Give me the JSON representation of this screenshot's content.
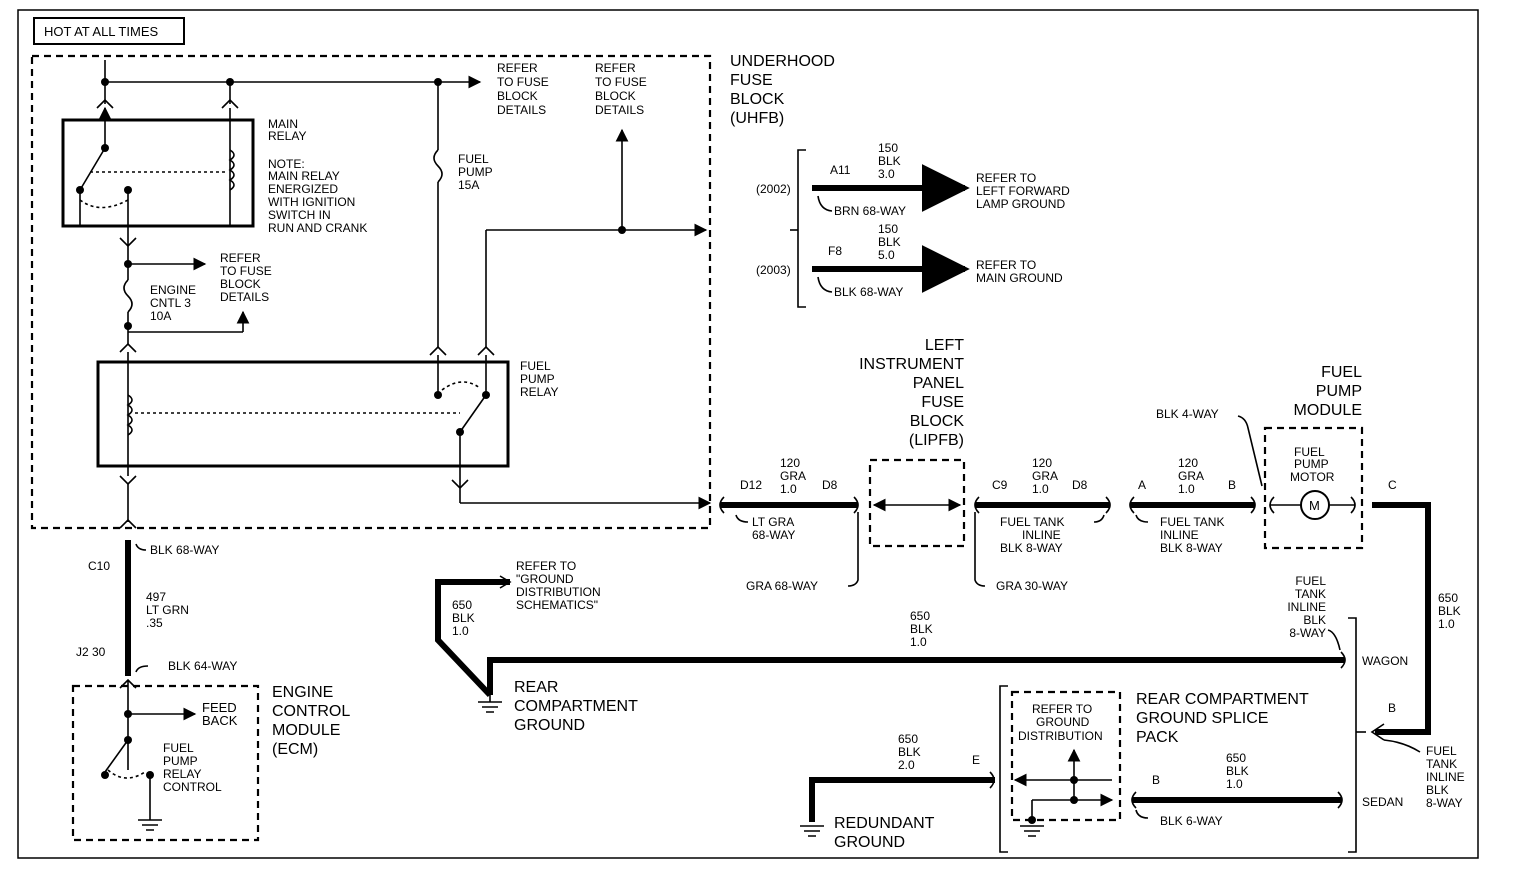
{
  "header": {
    "title": "HOT AT ALL TIMES"
  },
  "uhfb": {
    "name": [
      "UNDERHOOD",
      "FUSE",
      "BLOCK",
      "(UHFB)"
    ],
    "refer1": [
      "REFER",
      "TO FUSE",
      "BLOCK",
      "DETAILS"
    ],
    "refer2": [
      "REFER",
      "TO FUSE",
      "BLOCK",
      "DETAILS"
    ],
    "refer3": [
      "REFER",
      "TO FUSE",
      "BLOCK",
      "DETAILS"
    ],
    "main_relay": [
      "MAIN",
      "RELAY"
    ],
    "note": [
      "NOTE:",
      "MAIN RELAY",
      "ENERGIZED",
      "WITH IGNITION",
      "SWITCH IN",
      "RUN AND CRANK"
    ],
    "fuel_pump_fuse": [
      "FUEL",
      "PUMP",
      "15A"
    ],
    "engine_fuse": [
      "ENGINE",
      "CNTL 3",
      "10A"
    ],
    "fuel_pump_relay": [
      "FUEL",
      "PUMP",
      "RELAY"
    ]
  },
  "grounds": {
    "year1": "(2002)",
    "year2": "(2003)",
    "a11": "A11",
    "f8": "F8",
    "w1": [
      "150",
      "BLK",
      "3.0"
    ],
    "w2": [
      "150",
      "BLK",
      "5.0"
    ],
    "conn1": "BRN 68-WAY",
    "conn2": "BLK 68-WAY",
    "dest1": [
      "REFER TO",
      "LEFT FORWARD",
      "LAMP GROUND"
    ],
    "dest2": [
      "REFER TO",
      "MAIN GROUND"
    ]
  },
  "ecm_feed": {
    "conn_top": "BLK 68-WAY",
    "c10": "C10",
    "wire": [
      "497",
      "LT GRN",
      ".35"
    ],
    "j2": "J2 30",
    "conn_bottom": "BLK 64-WAY"
  },
  "ecm": {
    "name": [
      "ENGINE",
      "CONTROL",
      "MODULE",
      "(ECM)"
    ],
    "feedback": [
      "FEED",
      "BACK"
    ],
    "control": [
      "FUEL",
      "PUMP",
      "RELAY",
      "CONTROL"
    ]
  },
  "lipfb": {
    "name": [
      "LEFT",
      "INSTRUMENT",
      "PANEL",
      "FUSE",
      "BLOCK",
      "(LIPFB)"
    ],
    "d12": "D12",
    "d8a": "D8",
    "w120a": [
      "120",
      "GRA",
      "1.0"
    ],
    "conn_lt": [
      "LT GRA",
      "68-WAY"
    ],
    "gra68": "GRA 68-WAY",
    "c9": "C9",
    "d8b": "D8",
    "w120b": [
      "120",
      "GRA",
      "1.0"
    ],
    "gra30": "GRA 30-WAY",
    "inline1": [
      "FUEL TANK",
      "INLINE",
      "BLK 8-WAY"
    ],
    "a": "A",
    "b": "B",
    "w120c": [
      "120",
      "GRA",
      "1.0"
    ],
    "inline2": [
      "FUEL TANK",
      "INLINE",
      "BLK 8-WAY"
    ]
  },
  "pump": {
    "module": [
      "FUEL",
      "PUMP",
      "MODULE"
    ],
    "blk4": "BLK 4-WAY",
    "motor": [
      "FUEL",
      "PUMP",
      "MOTOR"
    ],
    "m": "M",
    "c": "C",
    "w650": [
      "650",
      "BLK",
      "1.0"
    ]
  },
  "rear": {
    "refer_gd": [
      "REFER TO",
      "\"GROUND",
      "DISTRIBUTION",
      "SCHEMATICS\""
    ],
    "w650a": [
      "650",
      "BLK",
      "1.0"
    ],
    "w650b": [
      "650",
      "BLK",
      "1.0"
    ],
    "ground": [
      "REAR",
      "COMPARTMENT",
      "GROUND"
    ],
    "inline3": [
      "FUEL",
      "TANK",
      "INLINE",
      "BLK",
      "8-WAY"
    ],
    "wagon": "WAGON",
    "sedan": "SEDAN",
    "b_label": "B",
    "inline4": [
      "FUEL",
      "TANK",
      "INLINE",
      "BLK",
      "8-WAY"
    ],
    "splice": [
      "REAR COMPARTMENT",
      "GROUND SPLICE",
      "PACK"
    ],
    "refer_dist": [
      "REFER TO",
      "GROUND",
      "DISTRIBUTION"
    ],
    "w650c": [
      "650",
      "BLK",
      "2.0"
    ],
    "e": "E",
    "b2": "B",
    "w650d": [
      "650",
      "BLK",
      "1.0"
    ],
    "blk6": "BLK 6-WAY",
    "redundant": [
      "REDUNDANT",
      "GROUND"
    ]
  }
}
